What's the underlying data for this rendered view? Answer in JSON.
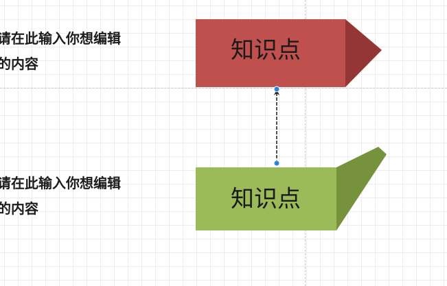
{
  "notes": [
    {
      "text": "请在此输入你想编辑\n的内容"
    },
    {
      "text": "请在此输入你想编辑\n的内容"
    }
  ],
  "nodes": {
    "top": {
      "label": "知识点",
      "fill": "#c0504d",
      "side_fill": "#943634"
    },
    "bottom": {
      "label": "知识点",
      "fill": "#9bbb59",
      "side_fill": "#76923c"
    }
  },
  "connector": {
    "color": "#1a1a1a",
    "handle_color": "#2f80d7",
    "style": "dashed",
    "arrow": "up"
  },
  "colors": {
    "guide": "#c8c8c8",
    "grid": "#ececec"
  }
}
